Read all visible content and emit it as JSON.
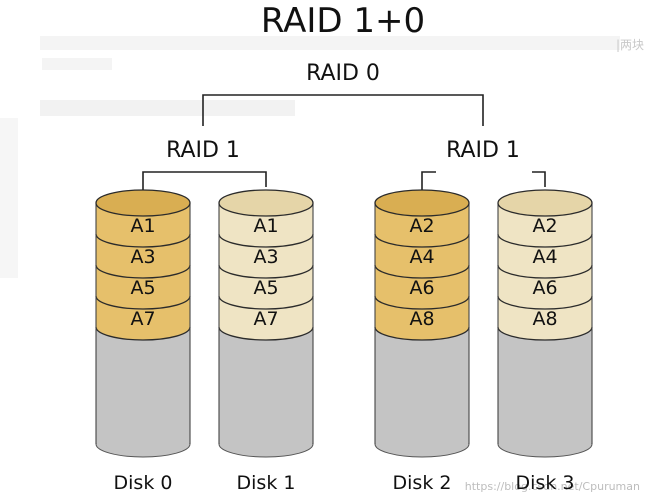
{
  "title": "RAID 1+0",
  "raid0_label": "RAID 0",
  "raid1_left_label": "RAID 1",
  "raid1_right_label": "RAID 1",
  "colors": {
    "primary_block": "#e6c06b",
    "primary_cap": "#d9ae52",
    "mirror_block": "#efe4c4",
    "mirror_cap": "#e5d5a8",
    "empty": "#c4c4c4",
    "stroke": "#2b2b2b"
  },
  "disks": [
    {
      "name": "Disk 0",
      "blocks": [
        "A1",
        "A3",
        "A5",
        "A7"
      ],
      "style": "primary"
    },
    {
      "name": "Disk 1",
      "blocks": [
        "A1",
        "A3",
        "A5",
        "A7"
      ],
      "style": "mirror"
    },
    {
      "name": "Disk 2",
      "blocks": [
        "A2",
        "A4",
        "A6",
        "A8"
      ],
      "style": "primary"
    },
    {
      "name": "Disk 3",
      "blocks": [
        "A2",
        "A4",
        "A6",
        "A8"
      ],
      "style": "mirror"
    }
  ],
  "background_text": {
    "side_tag": "|两块",
    "watermark": "https://blog.csdn.net/Cpuruman"
  }
}
